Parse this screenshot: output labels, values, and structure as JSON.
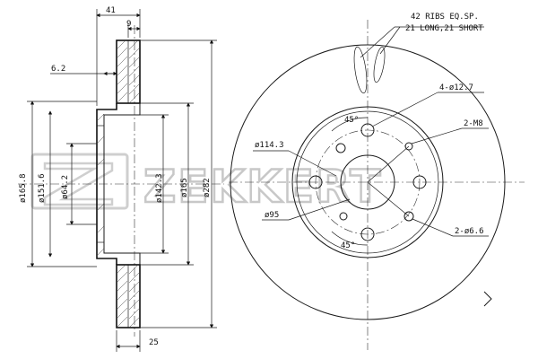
{
  "brand": {
    "logo_text": "ZEKKERT"
  },
  "side_view": {
    "total_thickness": "41",
    "face_thickness": "9",
    "hat_offset": "6.2",
    "bottom_width": "25",
    "diameters": [
      "ø165.8",
      "ø151.6",
      "ø64.2",
      "ø142.3",
      "ø165",
      "ø282"
    ]
  },
  "front_view": {
    "ribs_line1": "42 RIBS EQ.SP.",
    "ribs_line2": "21 LONG,21 SHORT",
    "bolt_holes": "4-ø12.7",
    "threads": "2-M8",
    "pcd": "ø114.3",
    "center_bore": "ø95",
    "small_holes": "2-ø6.6",
    "angle_top": "45°",
    "angle_bottom": "45°"
  }
}
